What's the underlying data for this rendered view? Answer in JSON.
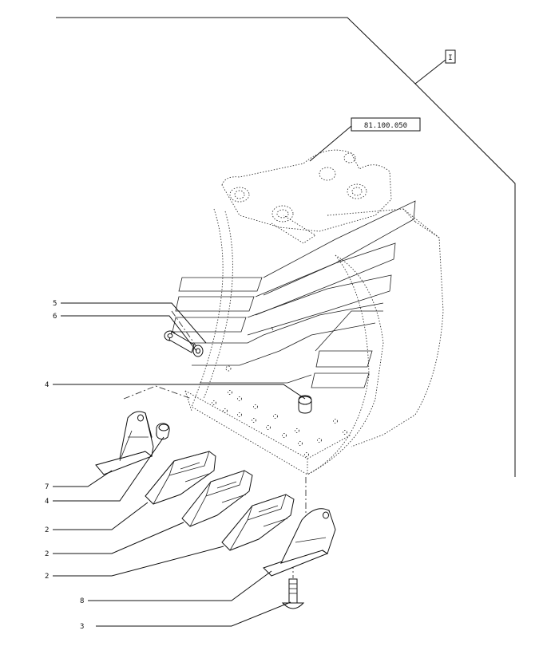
{
  "reference_box_top": "I",
  "reference_box_bucket": "81.100.050",
  "callouts": [
    {
      "label": "5"
    },
    {
      "label": "6"
    },
    {
      "label": "4"
    },
    {
      "label": "7"
    },
    {
      "label": "4"
    },
    {
      "label": "2"
    },
    {
      "label": "2"
    },
    {
      "label": "2"
    },
    {
      "label": "8"
    },
    {
      "label": "3"
    }
  ]
}
